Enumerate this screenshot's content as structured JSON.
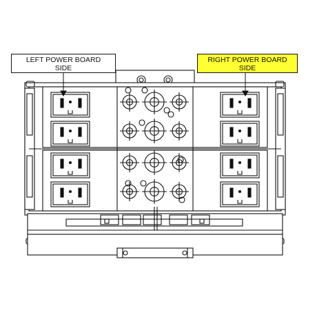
{
  "labels": {
    "left": {
      "line1": "LEFT POWER BOARD",
      "line2": "SIDE"
    },
    "right": {
      "line1": "RIGHT POWER BOARD",
      "line2": "SIDE"
    }
  },
  "colors": {
    "line": "#111111",
    "highlight": "#ffff33",
    "background": "#ffffff"
  },
  "outlets": {
    "left_count": 4,
    "right_count": 4
  }
}
